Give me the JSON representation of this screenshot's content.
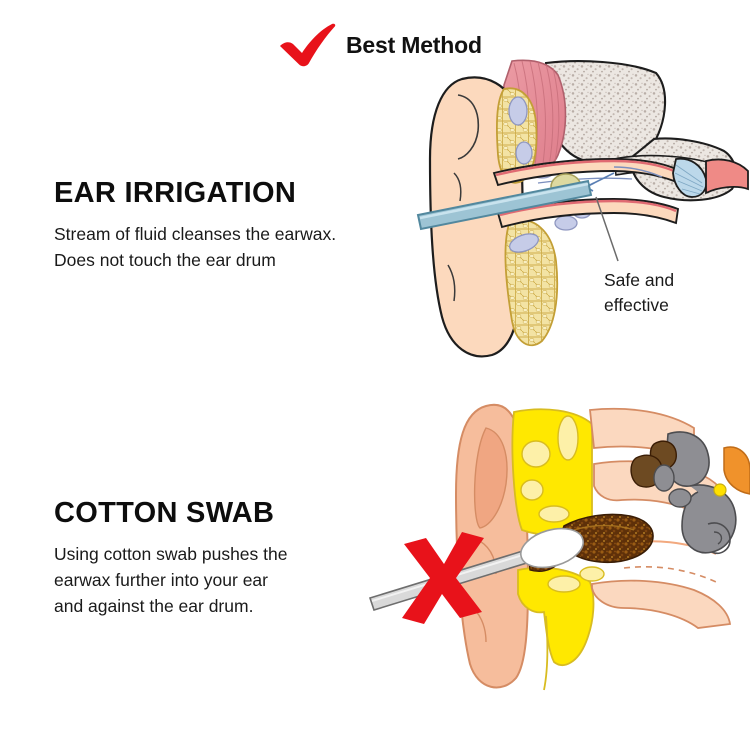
{
  "page": {
    "background": "#ffffff",
    "title": "Earwax removal methods comparison infographic"
  },
  "badge": {
    "icon": "check-icon",
    "label": "Best Method",
    "color": "#e8121a"
  },
  "sections": [
    {
      "id": "ear-irrigation",
      "heading": "EAR IRRIGATION",
      "lines": [
        "Stream of fluid cleanses the earwax.",
        "Does not touch the ear drum"
      ],
      "verdict": "positive",
      "mark": "check-icon",
      "callout": [
        "Safe and",
        "effective"
      ]
    },
    {
      "id": "cotton-swab",
      "heading": "COTTON SWAB",
      "lines": [
        "Using cotton swab pushes the",
        "earwax further into your ear",
        "and against the ear drum."
      ],
      "verdict": "negative",
      "mark": "x-icon",
      "mark_label": "X"
    }
  ],
  "diagrams": {
    "irrigation": {
      "name": "ear-cross-section-irrigation",
      "elements": [
        "pinna",
        "ear-canal",
        "irrigation-stream",
        "ear-drum",
        "cartilage",
        "temporal-bone",
        "muscle",
        "glands",
        "leader-line"
      ],
      "colors": {
        "skin": "#fcd9bd",
        "skin_outline": "#1a1a1a",
        "stream": "#9dc4d4",
        "stream_outline": "#5f93a8",
        "cartilage": "#f2e2a2",
        "cartilage_outline": "#c9a83f",
        "muscle": "#e8909a",
        "bone": "#ece7e2",
        "bone_speckle": "#b6aca6",
        "gland": "#c6cce8",
        "vessel": "#e05a62",
        "drum": "#bcd8ea",
        "wax_plug": "#ddd9a0",
        "leader": "#6b6b6b"
      }
    },
    "cotton_swab": {
      "name": "ear-cross-section-cotton-swab",
      "elements": [
        "pinna",
        "ear-canal",
        "cotton-swab",
        "impacted-earwax",
        "cartilage",
        "ossicles",
        "cochlea",
        "eustachian-tube",
        "x-mark"
      ],
      "colors": {
        "skin": "#f6bd9c",
        "skin_light": "#fbd8bf",
        "skin_outline": "#d08a62",
        "cartilage": "#ffe800",
        "cartilage_outline": "#d8bc20",
        "earwax_dark": "#4a2408",
        "earwax_mid": "#7a4410",
        "earwax_light": "#a8711c",
        "swab_stick": "#d9d9d9",
        "swab_outline": "#6e6e6e",
        "cotton": "#ffffff",
        "cochlea": "#8e8e93",
        "cochlea_outline": "#4d4d50",
        "orange": "#f0922b",
        "yellow_dot": "#ffe000",
        "x_mark": "#e8121a"
      }
    }
  }
}
